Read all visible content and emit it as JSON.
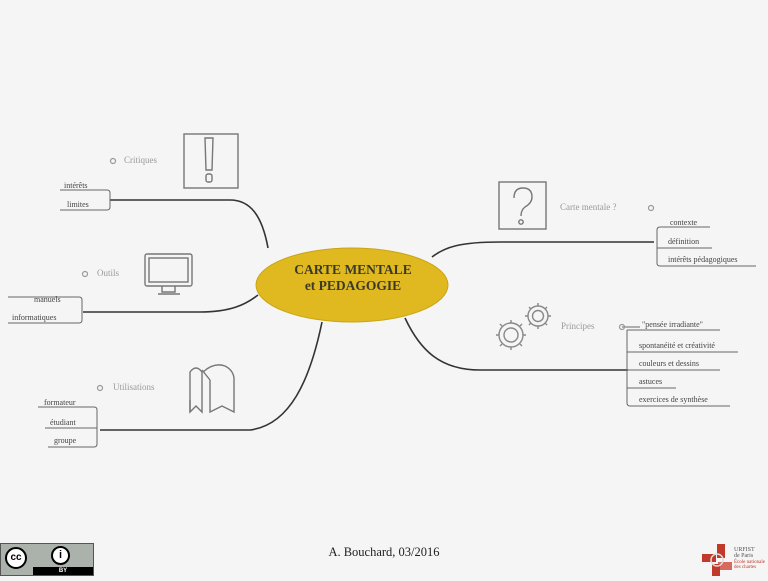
{
  "center": {
    "line1": "CARTE MENTALE",
    "line2": "et PEDAGOGIE",
    "fill": "#e0b820"
  },
  "branches": {
    "critiques": {
      "label": "Critiques",
      "icon": "exclamation-icon",
      "items": [
        "intérêts",
        "limites"
      ]
    },
    "outils": {
      "label": "Outils",
      "icon": "monitor-icon",
      "items": [
        "manuels",
        "informatiques"
      ]
    },
    "utilisations": {
      "label": "Utilisations",
      "icon": "book-icon",
      "items": [
        "formateur",
        "étudiant",
        "groupe"
      ]
    },
    "carte_mentale": {
      "label": "Carte mentale ?",
      "icon": "question-icon",
      "items": [
        "contexte",
        "définition",
        "intérêts pédagogiques"
      ]
    },
    "principes": {
      "label": "Principes",
      "icon": "gears-icon",
      "items": [
        "\"pensée irradiante\"",
        "spontanéité et créativité",
        "couleurs et dessins",
        "astuces",
        "exercices de synthèse"
      ]
    }
  },
  "footer": {
    "author": "A. Bouchard, 03/2016",
    "license": {
      "cc": "cc",
      "by_symbol": "i",
      "by_label": "BY"
    },
    "logo": {
      "line1": "URFIST",
      "line2": "de Paris",
      "line3": "École nationale",
      "line4": "des chartes"
    }
  },
  "colors": {
    "background": "#f5f5f5",
    "center_fill": "#e0b820",
    "connector": "#222222",
    "branch_text": "#9a9a9a",
    "logo_red": "#c0392b"
  }
}
